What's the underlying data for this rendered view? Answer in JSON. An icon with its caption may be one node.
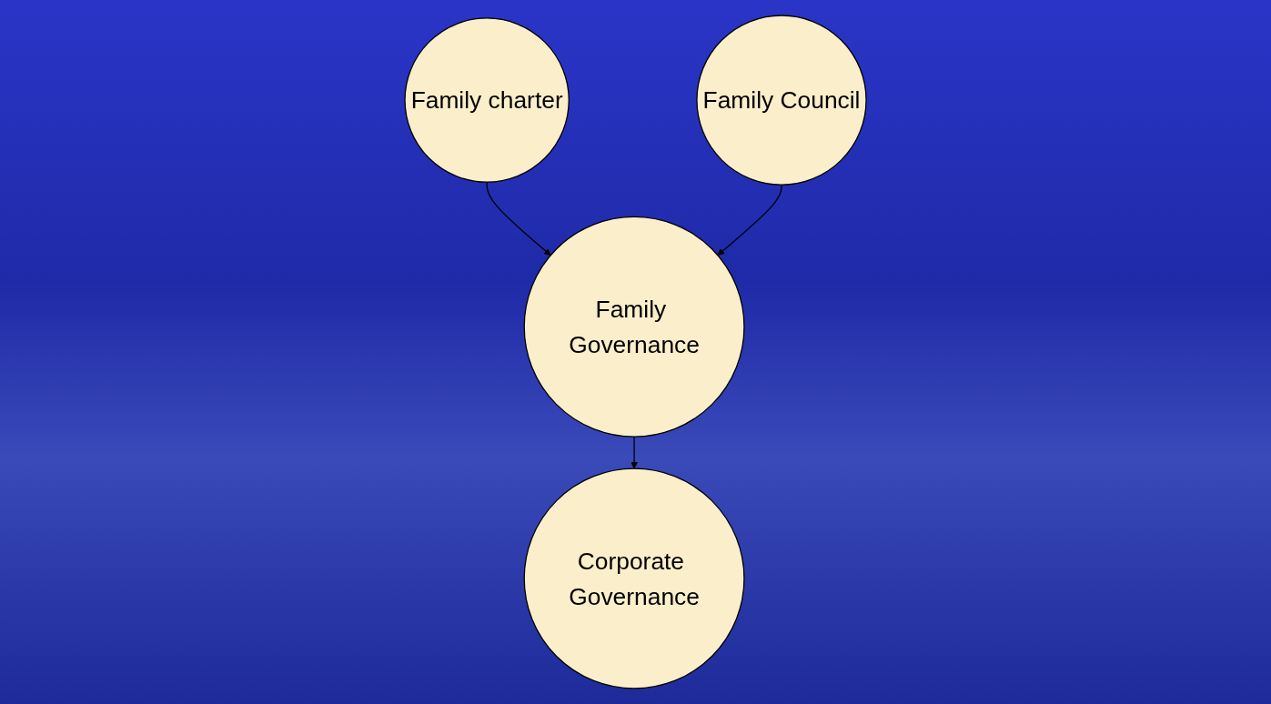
{
  "diagram": {
    "nodes": [
      {
        "text": [
          "Family charter"
        ]
      },
      {
        "text": [
          "Family Council"
        ]
      },
      {
        "text": [
          "Family Governance"
        ]
      },
      {
        "text": [
          "Corporate Governance"
        ]
      }
    ],
    "edges": [
      {
        "from": 0,
        "to": 2,
        "arrow": "to"
      },
      {
        "from": 1,
        "to": 2,
        "arrow": "to"
      },
      {
        "from": 2,
        "to": 3,
        "arrow": "to"
      }
    ]
  }
}
